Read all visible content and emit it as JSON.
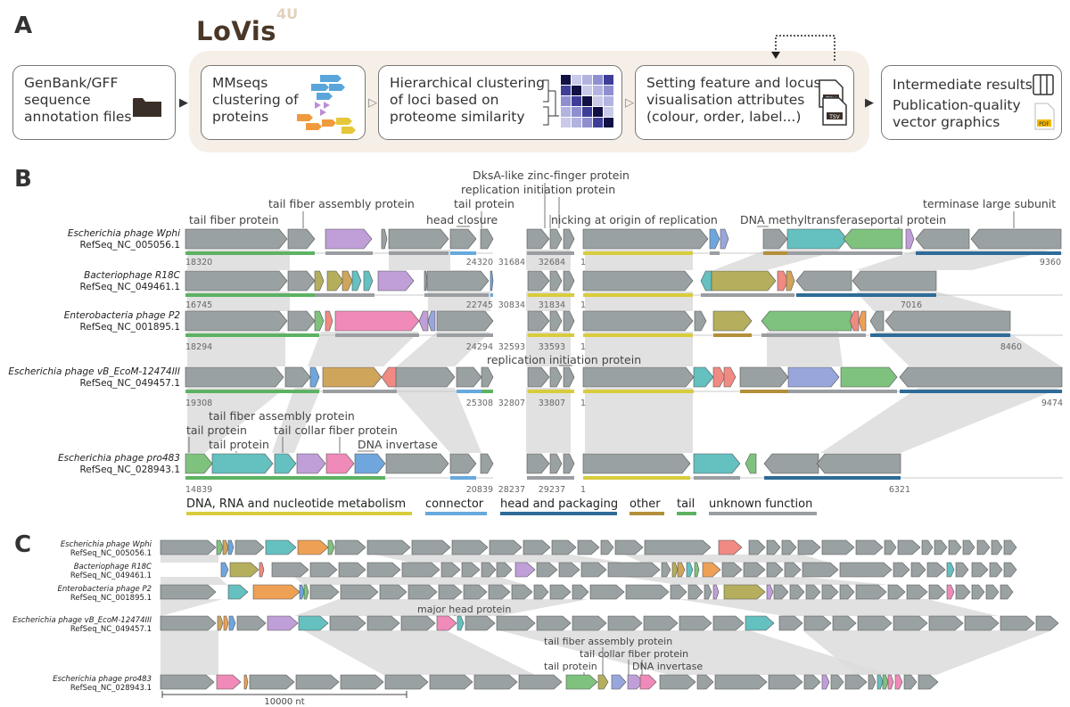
{
  "panels": {
    "a": "A",
    "b": "B",
    "c": "C"
  },
  "logo": {
    "text": "LoVis",
    "superscript": "4U"
  },
  "pipeline": {
    "input": [
      "GenBank/GFF",
      "sequence",
      "annotation files"
    ],
    "mmseqs": [
      "MMseqs",
      "clustering of",
      "proteins"
    ],
    "hier": [
      "Hierarchical clustering",
      "of loci based on",
      "proteome similarity"
    ],
    "setting": [
      "Setting feature and locus",
      "visualisation attributes",
      "(colour, order, label...)"
    ],
    "output": {
      "line1": "Intermediate results",
      "line2": "Publication-quality",
      "line3": "vector graphics"
    },
    "tsv_label": "TSV",
    "pdf_label": "PDF"
  },
  "colors": {
    "gray": "#9aa1a2",
    "teal": "#65c0c0",
    "green": "#7ec27e",
    "purple": "#c09fd8",
    "yellow": "#b5ae5c",
    "orange": "#eea055",
    "pink": "#f08ab9",
    "blue": "#6fa6dd",
    "salmon": "#f08a82",
    "lavender": "#98a6dc",
    "tan": "#cfa55c",
    "cat_dna": "#d8cc3c",
    "cat_connector": "#66aadd",
    "cat_head": "#2e6b98",
    "cat_other": "#b48f3a",
    "cat_tail": "#5db262",
    "cat_unknown": "#9a9ea2"
  },
  "panel_b": {
    "top_labels": {
      "tail_fiber_protein": "tail fiber protein",
      "tail_fiber_assembly": "tail fiber assembly protein",
      "dksa": "DksA-like zinc-finger protein",
      "replication_init": "replication initiation protein",
      "tail_protein": "tail protein",
      "head_closure": "head closure",
      "nicking": "nicking at origin of replication",
      "dna_methyl": "DNA methyltransferase",
      "portal": "portal protein",
      "terminase": "terminase large subunit"
    },
    "mid_label": "replication initiation protein",
    "pro483_labels": {
      "tail_fiber_assembly": "tail fiber assembly protein",
      "tail_protein_1": "tail protein",
      "tail_protein_2": "tail protein",
      "tail_collar": "tail collar fiber protein",
      "dna_invertase": "DNA invertase"
    },
    "loci": [
      {
        "species": "Escherichia phage Wphi",
        "refseq": "RefSeq_NC_005056.1",
        "coords": [
          "18320",
          "24320",
          "31684",
          "32684",
          "1",
          "9360"
        ]
      },
      {
        "species": "Bacteriophage R18C",
        "refseq": "RefSeq_NC_049461.1",
        "coords": [
          "16745",
          "22745",
          "30834",
          "31834",
          "1",
          "7016"
        ]
      },
      {
        "species": "Enterobacteria phage P2",
        "refseq": "RefSeq_NC_001895.1",
        "coords": [
          "18294",
          "24294",
          "32593",
          "33593",
          "1",
          "8460"
        ]
      },
      {
        "species": "Escherichia phage vB_EcoM-12474III",
        "refseq": "RefSeq_NC_049457.1",
        "coords": [
          "19308",
          "25308",
          "32807",
          "33807",
          "1",
          "9474"
        ]
      },
      {
        "species": "Escherichia phage pro483",
        "refseq": "RefSeq_NC_028943.1",
        "coords": [
          "14839",
          "20839",
          "28237",
          "29237",
          "1",
          "6321"
        ]
      }
    ],
    "legend": [
      {
        "label": "DNA, RNA and nucleotide metabolism",
        "color": "#d8cc3c"
      },
      {
        "label": "connector",
        "color": "#66aadd"
      },
      {
        "label": "head and packaging",
        "color": "#2e6b98"
      },
      {
        "label": "other",
        "color": "#b48f3a"
      },
      {
        "label": "tail",
        "color": "#5db262"
      },
      {
        "label": "unknown function",
        "color": "#9a9ea2"
      }
    ]
  },
  "panel_c": {
    "loci": [
      {
        "species": "Escherichia phage Wphi",
        "refseq": "RefSeq_NC_005056.1"
      },
      {
        "species": "Bacteriophage R18C",
        "refseq": "RefSeq_NC_049461.1"
      },
      {
        "species": "Enterobacteria phage P2",
        "refseq": "RefSeq_NC_001895.1"
      },
      {
        "species": "Escherichia phage vB_EcoM-12474III",
        "refseq": "RefSeq_NC_049457.1"
      },
      {
        "species": "Escherichia phage pro483",
        "refseq": "RefSeq_NC_028943.1"
      }
    ],
    "labels": {
      "major_head": "major head protein",
      "tail_fiber_assembly": "tail fiber assembly protein",
      "tail_collar": "tail collar fiber protein",
      "tail_protein": "tail protein",
      "dna_invertase": "DNA invertase"
    },
    "scale": "10000 nt"
  }
}
